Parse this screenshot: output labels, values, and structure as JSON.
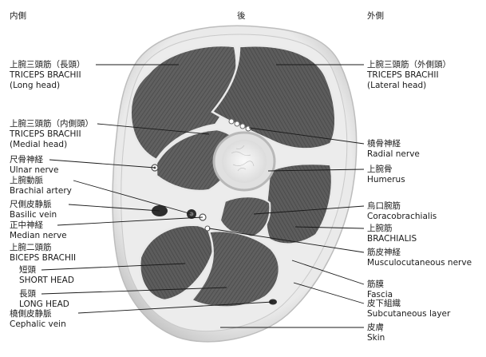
{
  "header": {
    "left": "内側",
    "center": "後",
    "right": "外側"
  },
  "labels_left": {
    "triceps_long": {
      "jp": "上腕三頭筋（長頭）",
      "en": "TRICEPS BRACHII",
      "sub": "(Long head)"
    },
    "triceps_medial": {
      "jp": "上腕三頭筋（内側頭）",
      "en": "TRICEPS BRACHII",
      "sub": "(Medial head)"
    },
    "ulnar_nerve": {
      "jp": "尺骨神経",
      "en": "Ulnar nerve"
    },
    "brachial_artery": {
      "jp": "上腕動脈",
      "en": "Brachial artery"
    },
    "basilic_vein": {
      "jp": "尺側皮静脈",
      "en": "Basilic vein"
    },
    "median_nerve": {
      "jp": "正中神経",
      "en": "Median nerve"
    },
    "biceps": {
      "jp": "上腕二頭筋",
      "en": "BICEPS BRACHII"
    },
    "short_head": {
      "jp": "短頭",
      "en": "SHORT HEAD"
    },
    "long_head": {
      "jp": "長頭",
      "en": "LONG HEAD"
    },
    "cephalic_vein": {
      "jp": "橈側皮静脈",
      "en": "Cephalic vein"
    }
  },
  "labels_right": {
    "triceps_lateral": {
      "jp": "上腕三頭筋（外側頭）",
      "en": "TRICEPS BRACHII",
      "sub": "(Lateral head)"
    },
    "radial_nerve": {
      "jp": "橈骨神経",
      "en": "Radial nerve"
    },
    "humerus": {
      "jp": "上腕骨",
      "en": "Humerus"
    },
    "coracobrachialis": {
      "jp": "烏口腕筋",
      "en": "Coracobrachialis"
    },
    "brachialis": {
      "jp": "上腕筋",
      "en": "BRACHIALIS"
    },
    "musculocutaneous": {
      "jp": "筋皮神経",
      "en": "Musculocutaneous nerve"
    },
    "fascia": {
      "jp": "筋膜",
      "en": "Fascia"
    },
    "subcutaneous": {
      "jp": "皮下組織",
      "en": "Subcutaneous layer"
    },
    "skin": {
      "jp": "皮膚",
      "en": "Skin"
    }
  },
  "colors": {
    "muscle": "#5e5e5e",
    "muscle_stripe": "#4a4a4a",
    "fascia": "#e4e4e4",
    "skin": "#d2d2d2",
    "bone": "#f4f4f4",
    "vessel": "#2e2e2e",
    "leader": "#1a1a1a"
  }
}
